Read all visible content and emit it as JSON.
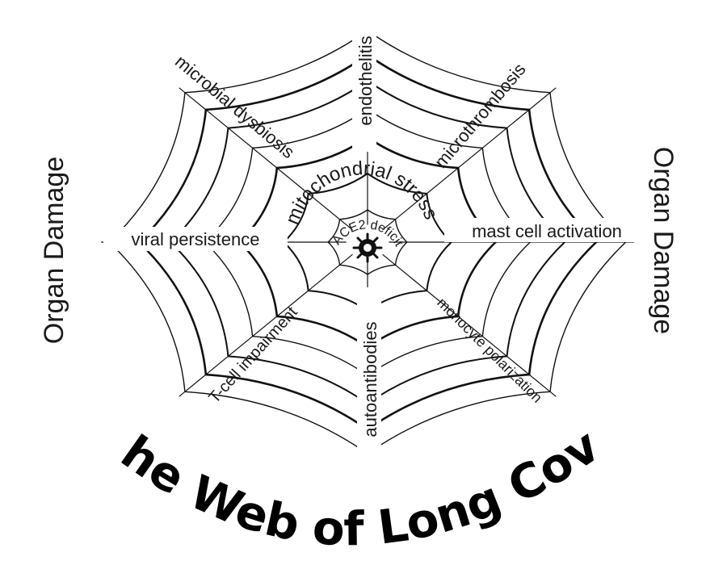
{
  "title": "The Web of Long Covid",
  "side_left": "Organ Damage",
  "side_right": "Organ Damage",
  "center_ring": "mitochondrial stress",
  "center_inner": "ACE2 deficit",
  "center_icon": "virus-icon",
  "spokes": {
    "top": "endothelitis",
    "top_right": "microthrombosis",
    "right": "mast cell activation",
    "bottom_right": "monocyte polarization",
    "bottom": "autoantibodies",
    "bottom_left": "T-cell impairment",
    "left": "viral persistence",
    "top_left": "microbial dysbiosis"
  },
  "colors": {
    "ink": "#111111",
    "background": "#ffffff"
  }
}
